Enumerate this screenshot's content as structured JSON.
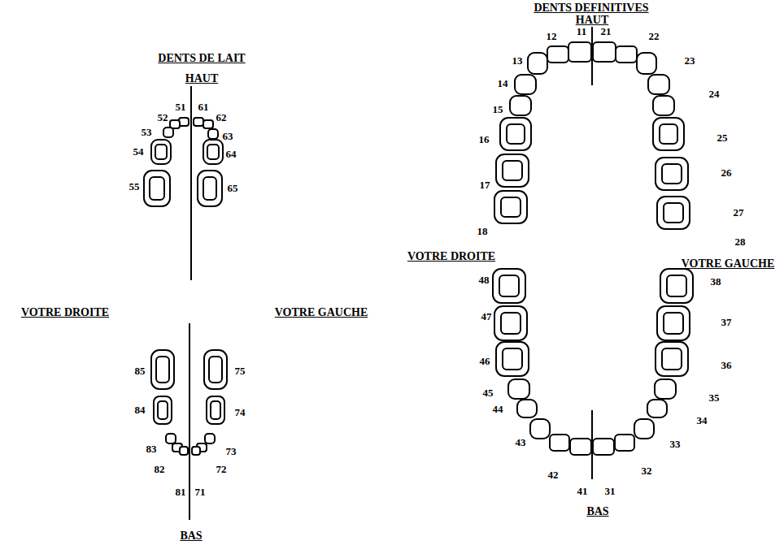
{
  "diagram": {
    "labels": [
      "DENTS DE LAIT",
      "HAUT",
      "51",
      "61",
      "52",
      "62",
      "53",
      "63",
      "54",
      "64",
      "55",
      "65",
      "VOTRE DROITE",
      "VOTRE GAUCHE",
      "85",
      "75",
      "84",
      "74",
      "83",
      "73",
      "82",
      "72",
      "81",
      "71",
      "BAS",
      "DENTS DEFINITIVES",
      "HAUT",
      "11",
      "21",
      "12",
      "22",
      "13",
      "23",
      "14",
      "24",
      "15",
      "25",
      "16",
      "26",
      "17",
      "27",
      "18",
      "28",
      "VOTRE DROITE",
      "VOTRE GAUCHE",
      "48",
      "38",
      "47",
      "37",
      "46",
      "36",
      "45",
      "35",
      "44",
      "34",
      "43",
      "33",
      "42",
      "32",
      "41",
      "31",
      "BAS"
    ]
  }
}
